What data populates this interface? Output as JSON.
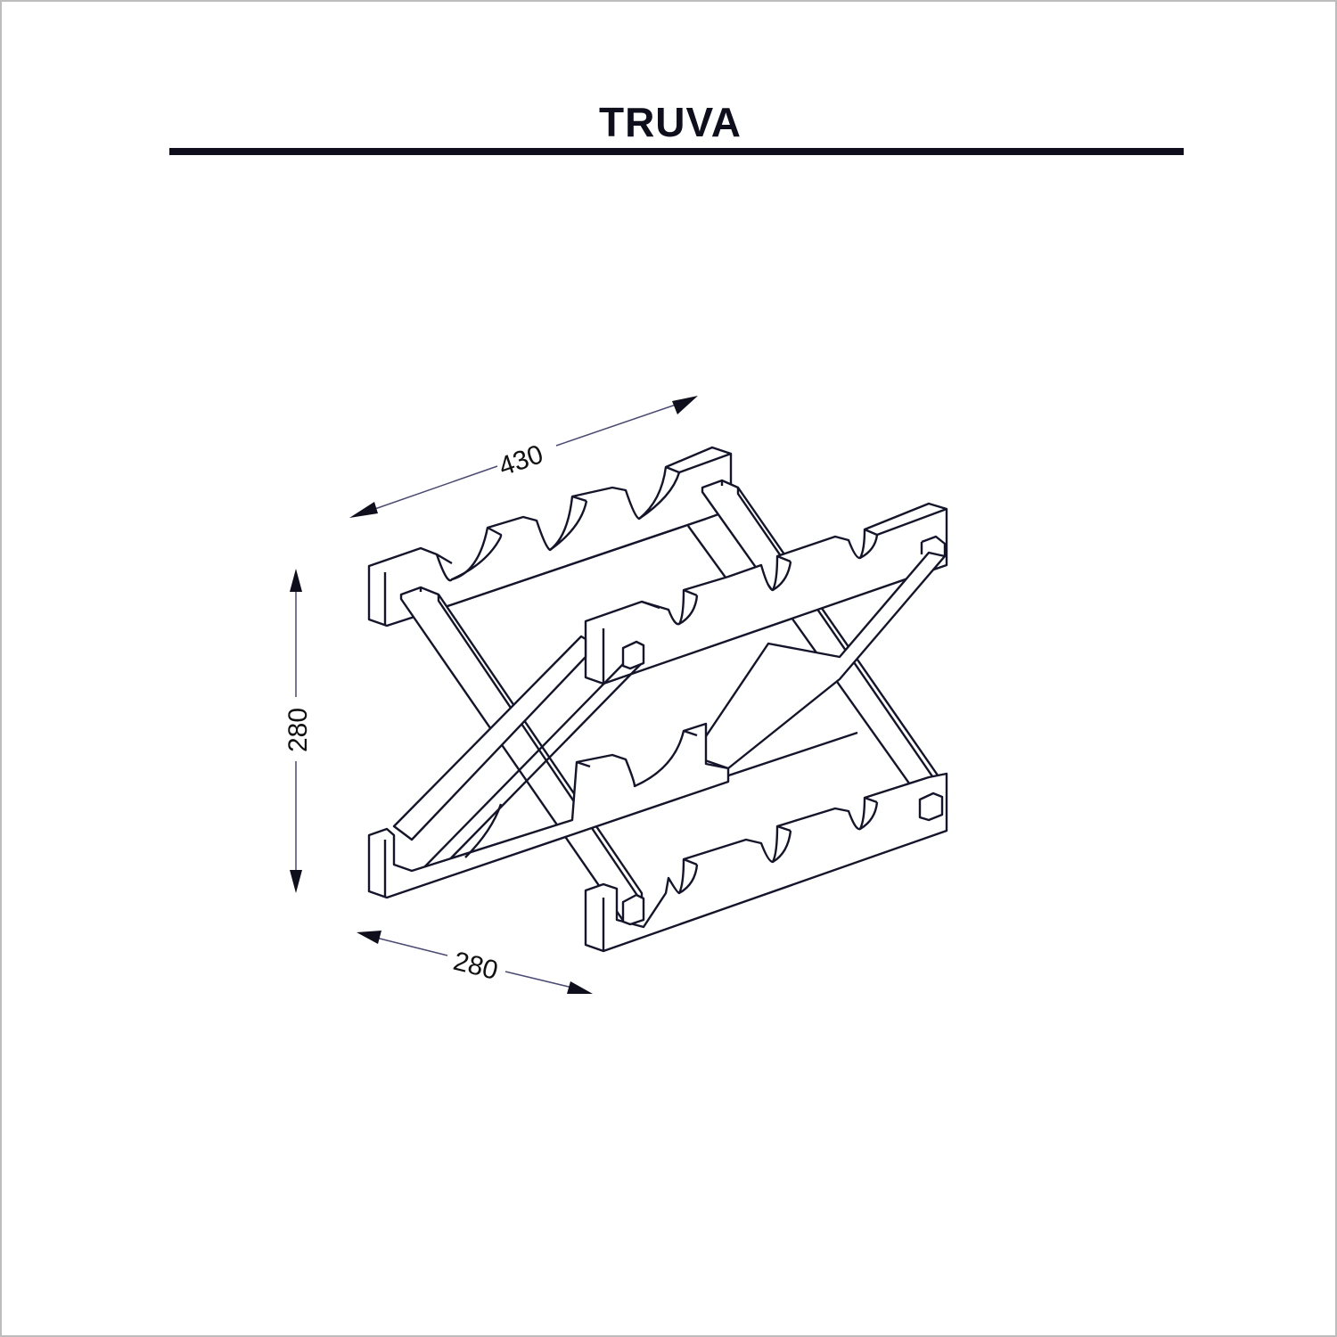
{
  "title": "TRUVA",
  "dimensions": {
    "width": "430",
    "height": "280",
    "depth": "280"
  },
  "colors": {
    "line": "#14142a",
    "dimension_line": "#4a4a72"
  }
}
